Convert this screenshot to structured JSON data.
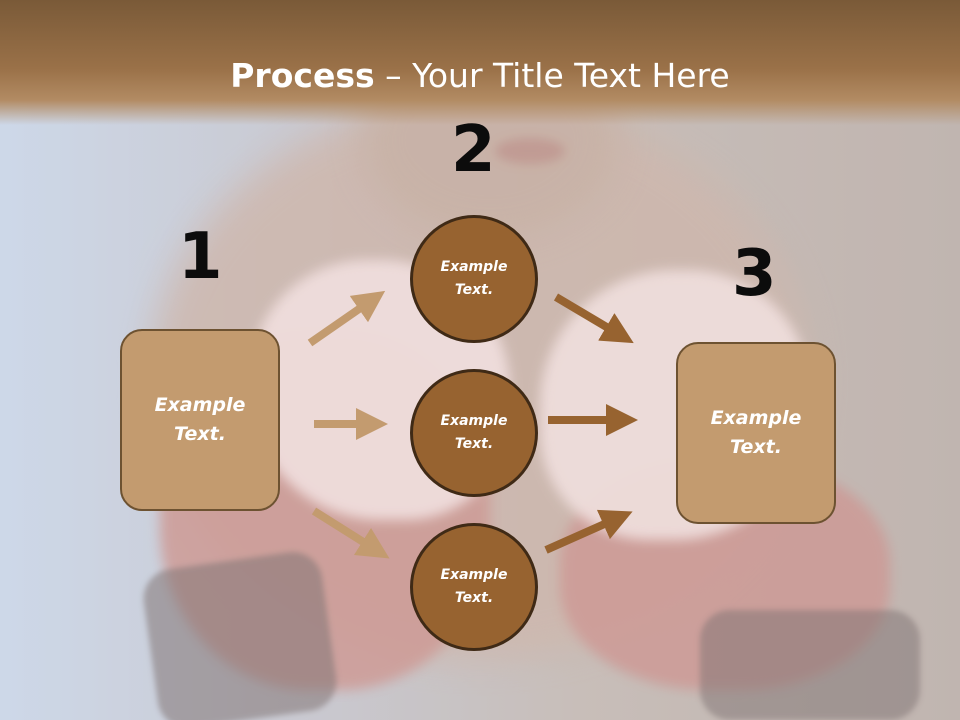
{
  "slide": {
    "title_bold": "Process",
    "title_rest": " – Your Title Text Here",
    "step_numbers": [
      "1",
      "2",
      "3"
    ],
    "left_box": {
      "line1": "Example",
      "line2": "Text."
    },
    "right_box": {
      "line1": "Example",
      "line2": "Text."
    },
    "circles": [
      {
        "line1": "Example",
        "line2": "Text."
      },
      {
        "line1": "Example",
        "line2": "Text."
      },
      {
        "line1": "Example",
        "line2": "Text."
      }
    ]
  },
  "colors": {
    "title_band": "#9a7148",
    "box_fill": "#c39b6f",
    "circle_fill": "#976330",
    "arrow_light": "#c39b6f",
    "arrow_dark": "#976330",
    "number_text": "#0c0c0c"
  }
}
